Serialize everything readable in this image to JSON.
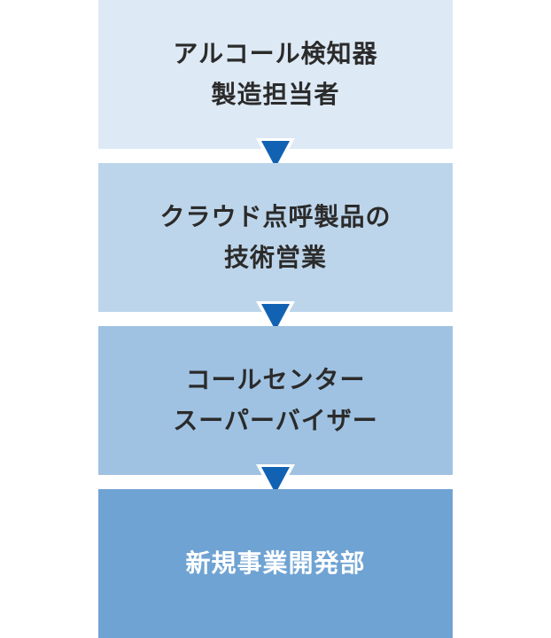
{
  "steps": [
    {
      "lines": [
        "アルコール検知器",
        "製造担当者"
      ]
    },
    {
      "lines": [
        "クラウド点呼製品の",
        "技術営業"
      ]
    },
    {
      "lines": [
        "コールセンター",
        "スーパーバイザー"
      ]
    },
    {
      "lines": [
        "新規事業開発部"
      ]
    }
  ],
  "colors": {
    "step1_bg": "#dde9f4",
    "step2_bg": "#bdd5ea",
    "step3_bg": "#9fc2e2",
    "step4_bg": "#6fa3d3",
    "arrow_fill": "#1262b3",
    "arrow_outline": "#ffffff"
  }
}
